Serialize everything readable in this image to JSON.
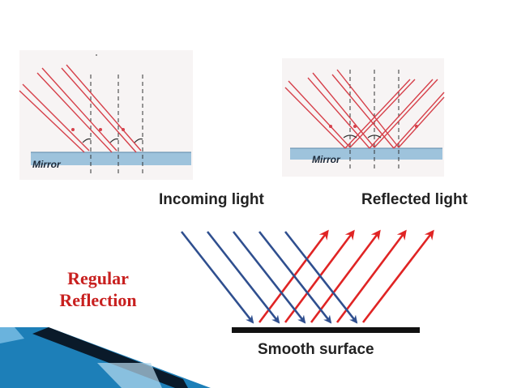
{
  "figure": {
    "title": "Regular Reflection",
    "title_lines": [
      "Regular",
      "Reflection"
    ],
    "title_color": "#c8201f"
  },
  "panels": [
    {
      "id": "left",
      "mirror_label": "Mirror",
      "mirror_color": "#9ec3dc",
      "ray_color": "#d6404a"
    },
    {
      "id": "right",
      "mirror_label": "Mirror",
      "mirror_color": "#9ec3dc",
      "ray_color": "#d6404a"
    }
  ],
  "main_diagram": {
    "incoming_label": "Incoming light",
    "reflected_label": "Reflected light",
    "surface_label": "Smooth surface",
    "incoming_color": "#2f4f8f",
    "reflected_color": "#e02424",
    "surface_color": "#111111",
    "ray_count": 5
  },
  "decoration": {
    "accent_color": "#1d7fb8",
    "dark_color": "#0a1a2a"
  }
}
